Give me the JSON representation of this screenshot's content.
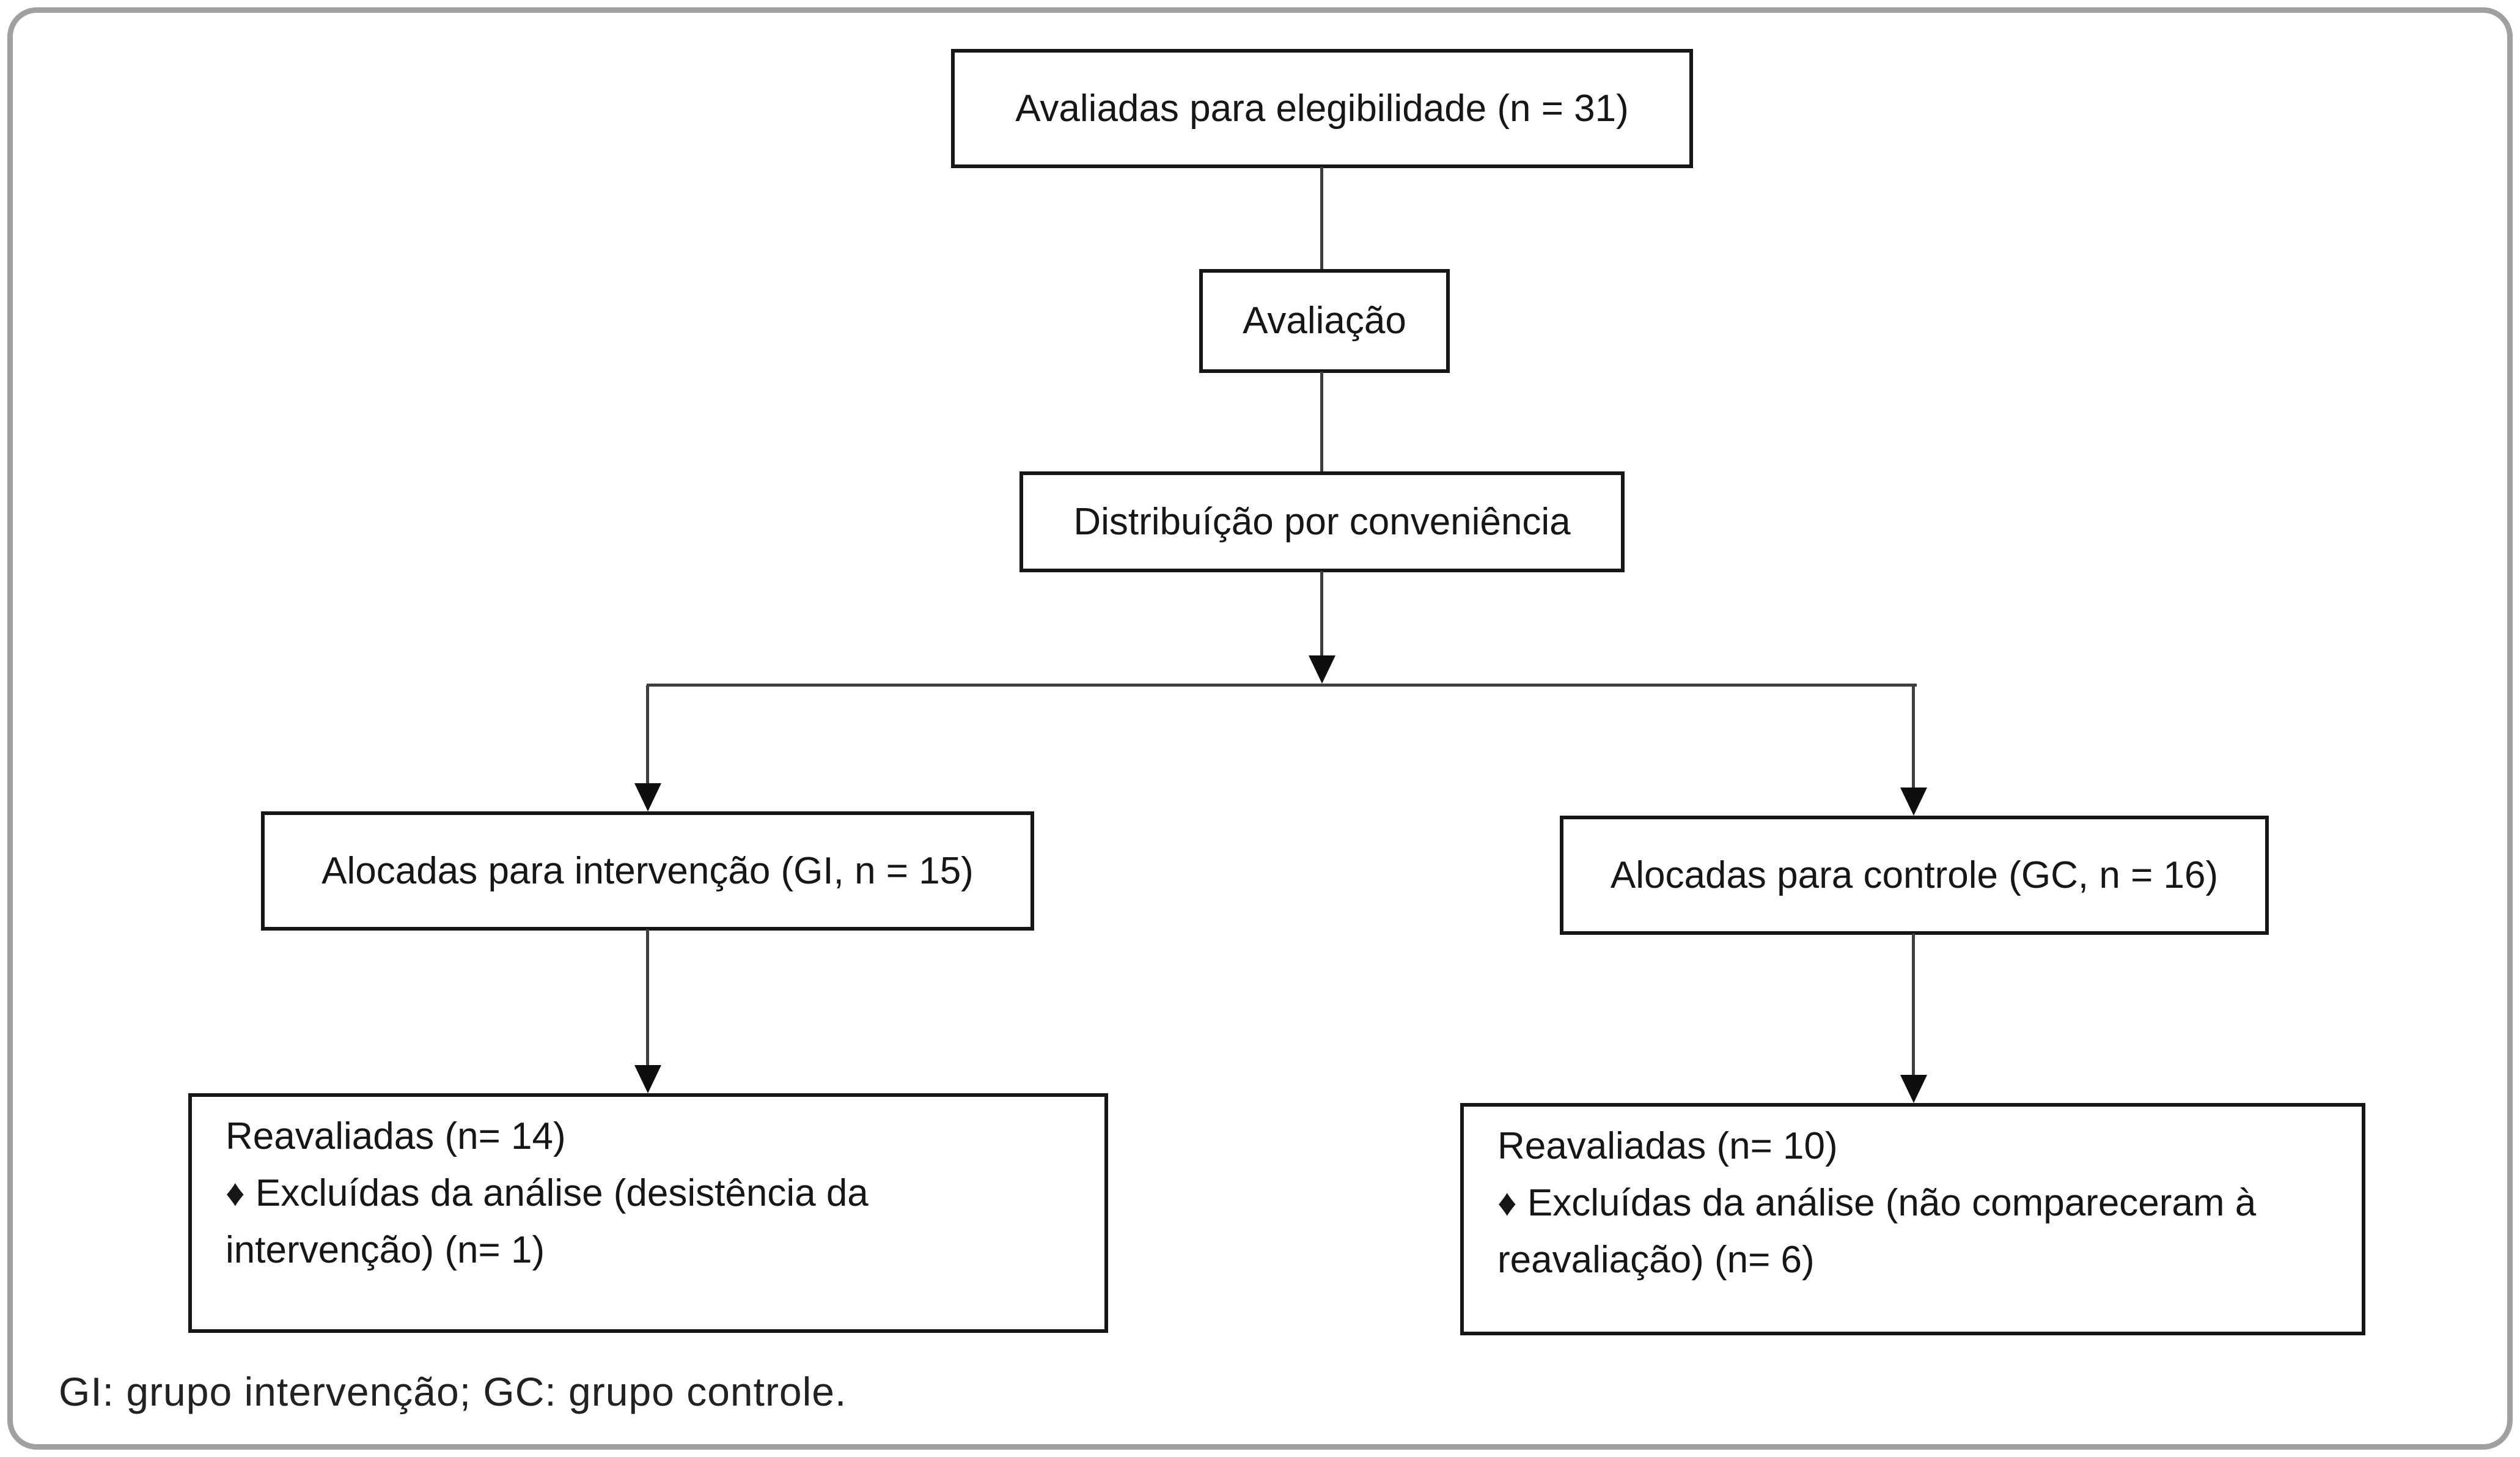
{
  "diagram": {
    "type": "flowchart",
    "nodes": {
      "eligibility": "Avaliadas para elegibilidade (n = 31)",
      "assessment": "Avaliação",
      "allocation": "Distribuíção por conveniência",
      "intervention_group": "Alocadas para intervenção (GI, n = 15)",
      "control_group": "Alocadas para controle (GC, n = 16)",
      "intervention_followup_line1": "Reavaliadas (n= 14)",
      "intervention_followup_line2": "♦ Excluídas da análise (desistência da intervenção) (n= 1)",
      "control_followup_line1": "Reavaliadas (n= 10)",
      "control_followup_line2": "♦ Excluídas da análise (não compareceram à reavaliação) (n= 6)"
    },
    "footnote": "GI: grupo intervenção; GC: grupo controle.",
    "colors": {
      "text": "#161616",
      "box_border": "#161616",
      "connector": "#3f3f3f",
      "arrow": "#0e0e0e",
      "outer_border": "#a0a0a0"
    }
  }
}
